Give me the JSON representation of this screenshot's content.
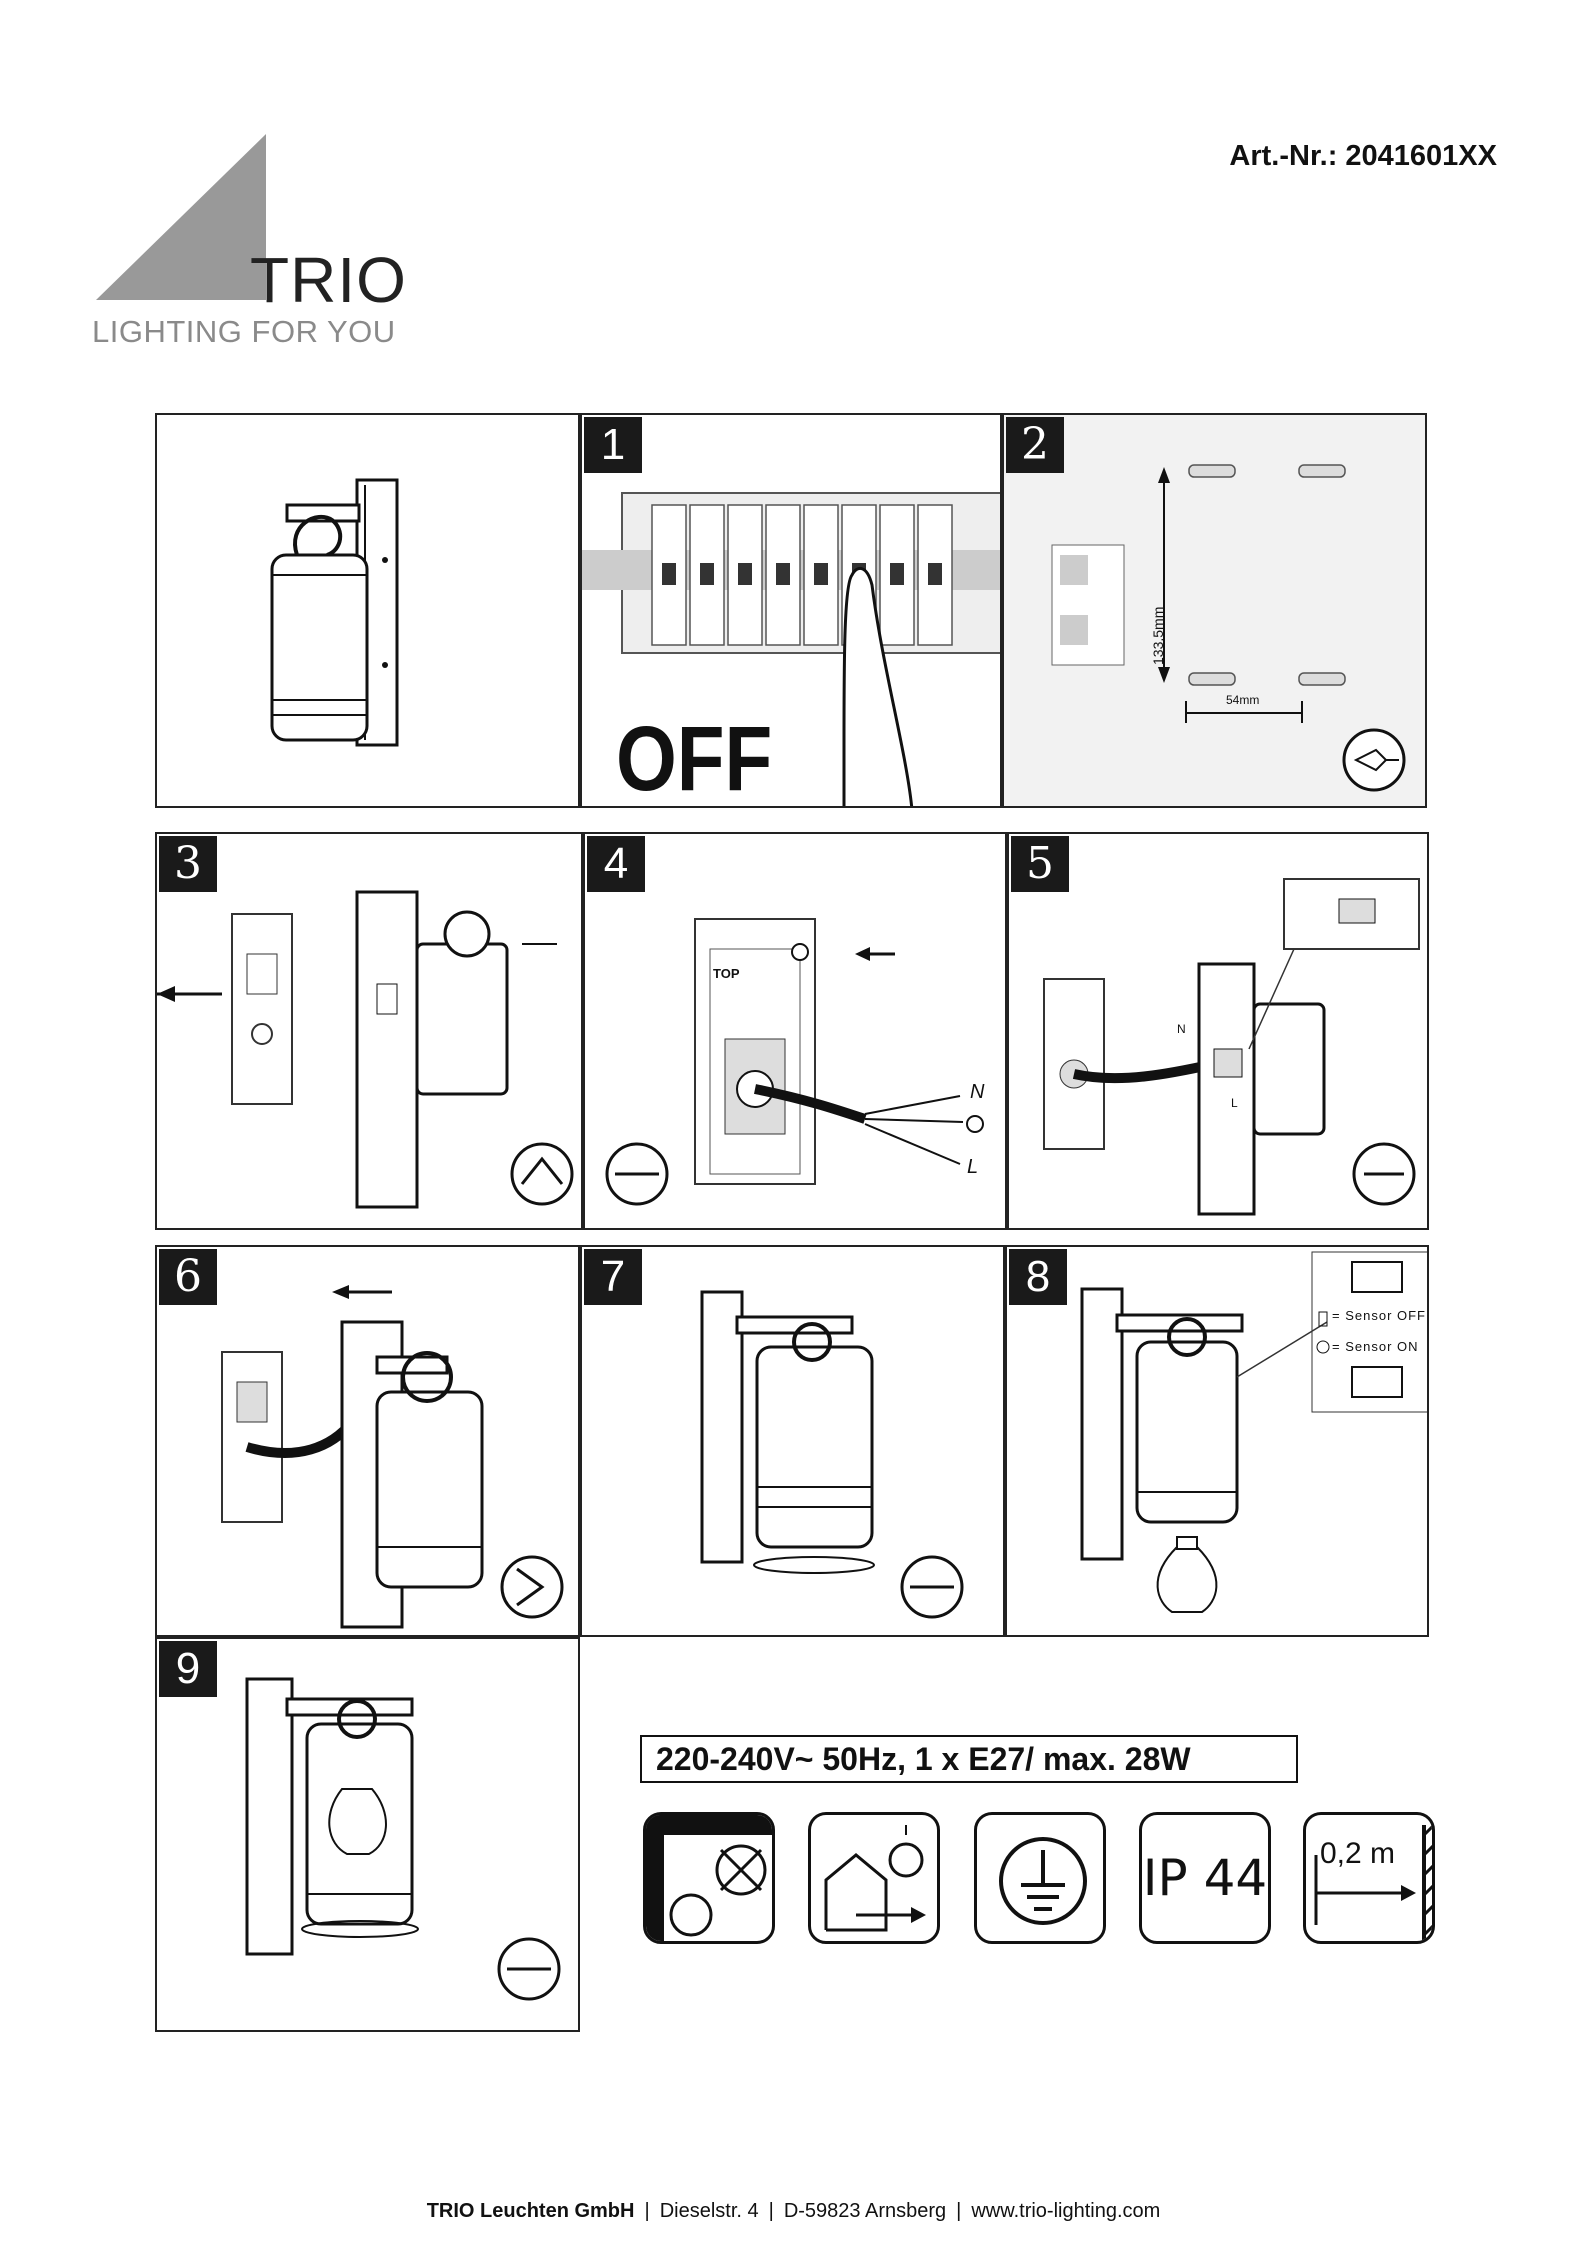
{
  "header": {
    "brand": "TRIO",
    "tagline": "LIGHTING FOR YOU",
    "article_number": "Art.-Nr.: 2041601XX"
  },
  "steps": {
    "s1": {
      "number": "1",
      "text": "OFF"
    },
    "s2": {
      "number": "2",
      "height_label": "133.5mm",
      "width_label": "54mm"
    },
    "s3": {
      "number": "3"
    },
    "s4": {
      "number": "4",
      "top_label": "TOP",
      "n": "N",
      "l": "L"
    },
    "s5": {
      "number": "5",
      "n": "N",
      "l": "L"
    },
    "s6": {
      "number": "6"
    },
    "s7": {
      "number": "7"
    },
    "s8": {
      "number": "8",
      "sensor_off": "= Sensor OFF",
      "sensor_on": "= Sensor ON"
    },
    "s9": {
      "number": "9"
    }
  },
  "specs": {
    "rating": "220-240V~ 50Hz, 1 x E27/ max. 28W",
    "ip": "IP 44",
    "distance": "0,2 m"
  },
  "symbols": [
    "bulb-shape-icon",
    "outdoor-use-icon",
    "earth-ground-icon",
    "ip44-icon",
    "distance-icon"
  ],
  "footer": {
    "company": "TRIO Leuchten GmbH",
    "street": "Dieselstr. 4",
    "city": "D-59823 Arnsberg",
    "web": "www.trio-lighting.com"
  }
}
